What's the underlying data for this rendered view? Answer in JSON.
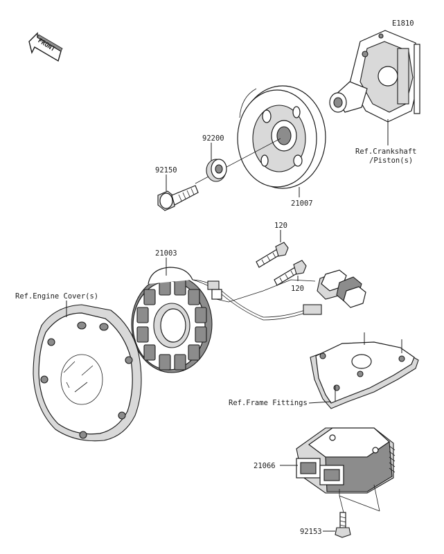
{
  "diagram_code": "E1810",
  "front_label": "FRONT",
  "labels": {
    "flywheel": "21007",
    "bolt_top": "92150",
    "washer": "92200",
    "crankshaft_ref_line1": "Ref.Crankshaft",
    "crankshaft_ref_line2": "/Piston(s)",
    "stator": "21003",
    "bolt_120_a": "120",
    "bolt_120_b": "120",
    "engine_cover_ref": "Ref.Engine Cover(s)",
    "frame_fittings_ref": "Ref.Frame Fittings",
    "regulator": "21066",
    "bolt_bottom": "92153"
  },
  "colors": {
    "line": "#1a1a1a",
    "light_fill": "#d9d9d9",
    "dark_fill": "#8c8c8c"
  }
}
